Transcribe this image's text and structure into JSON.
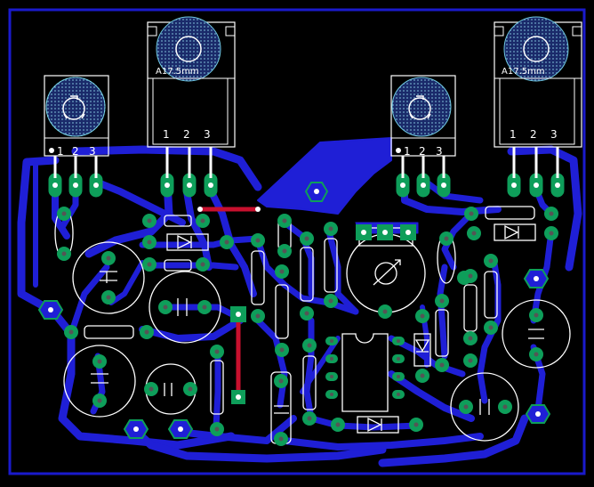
{
  "board": {
    "background": "#000000",
    "outline_color": "#1a1acc",
    "copper_color": "#1f1fd6",
    "red_copper_color": "#c8102e",
    "pad_color": "#0e9e5a",
    "silk_color": "#ffffff",
    "drill_color": "#dddddd"
  },
  "components": {
    "reg1": {
      "pins": [
        "1",
        "2",
        "3"
      ]
    },
    "reg2": {
      "label": "A17.5mm",
      "pins": [
        "1",
        "2",
        "3"
      ]
    },
    "reg3": {
      "pins": [
        "1",
        "2",
        "3"
      ]
    },
    "reg4": {
      "label": "A17.5mm",
      "pins": [
        "1",
        "2",
        "3"
      ]
    }
  }
}
